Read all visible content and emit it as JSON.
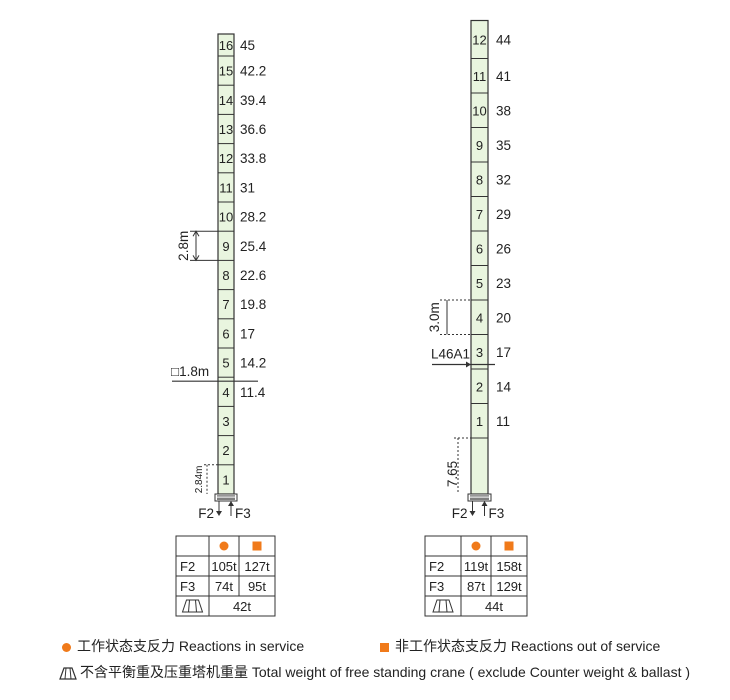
{
  "colors": {
    "mast_fill": "#e9f5df",
    "line": "#333333",
    "accent": "#f07a1a",
    "text": "#222222"
  },
  "left_crane": {
    "sections": [
      {
        "n": "1",
        "h": ""
      },
      {
        "n": "2",
        "h": ""
      },
      {
        "n": "3",
        "h": ""
      },
      {
        "n": "4",
        "h": "11.4"
      },
      {
        "n": "5",
        "h": "14.2"
      },
      {
        "n": "6",
        "h": "17"
      },
      {
        "n": "7",
        "h": "19.8"
      },
      {
        "n": "8",
        "h": "22.6"
      },
      {
        "n": "9",
        "h": "25.4"
      },
      {
        "n": "10",
        "h": "28.2"
      },
      {
        "n": "11",
        "h": "31"
      },
      {
        "n": "12",
        "h": "33.8"
      },
      {
        "n": "13",
        "h": "36.6"
      },
      {
        "n": "14",
        "h": "39.4"
      },
      {
        "n": "15",
        "h": "42.2"
      },
      {
        "n": "16",
        "h": "45"
      }
    ],
    "dim_section": "2.8m",
    "dim_base": "2.84m",
    "tie_label": "□1.8m",
    "f2": "F2",
    "f3": "F3",
    "table": {
      "rows": [
        {
          "label": "F2",
          "in": "105t",
          "out": "127t"
        },
        {
          "label": "F3",
          "in": "74t",
          "out": "95t"
        }
      ],
      "weight": "42t"
    }
  },
  "right_crane": {
    "sections": [
      {
        "n": "1",
        "h": "11"
      },
      {
        "n": "2",
        "h": "14"
      },
      {
        "n": "3",
        "h": "17"
      },
      {
        "n": "4",
        "h": "20"
      },
      {
        "n": "5",
        "h": "23"
      },
      {
        "n": "6",
        "h": "26"
      },
      {
        "n": "7",
        "h": "29"
      },
      {
        "n": "8",
        "h": "32"
      },
      {
        "n": "9",
        "h": "35"
      },
      {
        "n": "10",
        "h": "38"
      },
      {
        "n": "11",
        "h": "41"
      },
      {
        "n": "12",
        "h": "44"
      }
    ],
    "dim_section": "3.0m",
    "dim_base": "7.65",
    "tie_label": "L46A1",
    "f2": "F2",
    "f3": "F3",
    "table": {
      "rows": [
        {
          "label": "F2",
          "in": "119t",
          "out": "158t"
        },
        {
          "label": "F3",
          "in": "87t",
          "out": "129t"
        }
      ],
      "weight": "44t"
    }
  },
  "legend": {
    "in_service": "工作状态支反力 Reactions in service",
    "out_of_service": "非工作状态支反力 Reactions out of service",
    "total_weight": "不含平衡重及压重塔机重量  Total weight of free standing crane ( exclude Counter weight & ballast )"
  }
}
